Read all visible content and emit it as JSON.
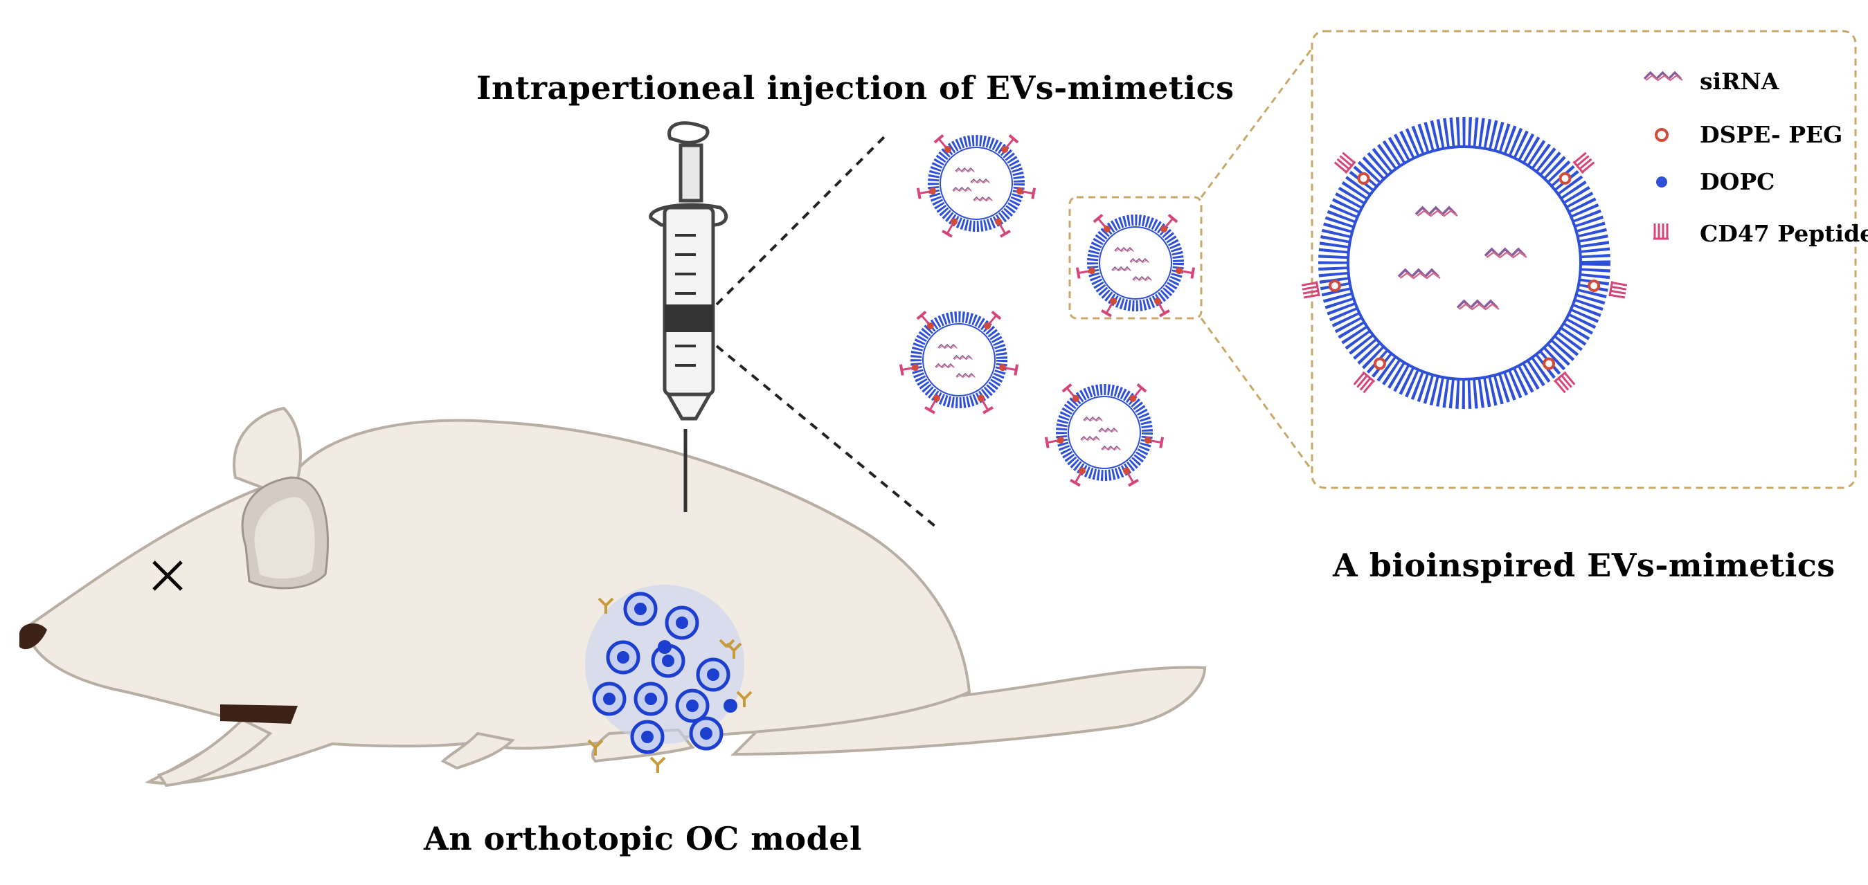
{
  "labels": {
    "injection": "Intrapertioneal injection of EVs-mimetics",
    "model": "An orthotopic OC model",
    "ev_title": "A bioinspired EVs-mimetics"
  },
  "legend": [
    {
      "label": "siRNA",
      "icon": "sirna-icon"
    },
    {
      "label": "DSPE- PEG",
      "icon": "dspe-peg-icon"
    },
    {
      "label": "DOPC",
      "icon": "dopc-icon"
    },
    {
      "label": "CD47 Peptide",
      "icon": "cd47-peptide-icon"
    }
  ],
  "colors": {
    "membrane_blue": "#2e4fd8",
    "peptide_pink": "#d6457a",
    "dspe_red": "#d24a3a",
    "sirna_purple": "#8a5a9a",
    "mouse_body": "#f2ebe4",
    "mouse_outline": "#b9aea4",
    "callout_border": "#c9a86a",
    "tumor_blue": "#1d3fd0"
  }
}
